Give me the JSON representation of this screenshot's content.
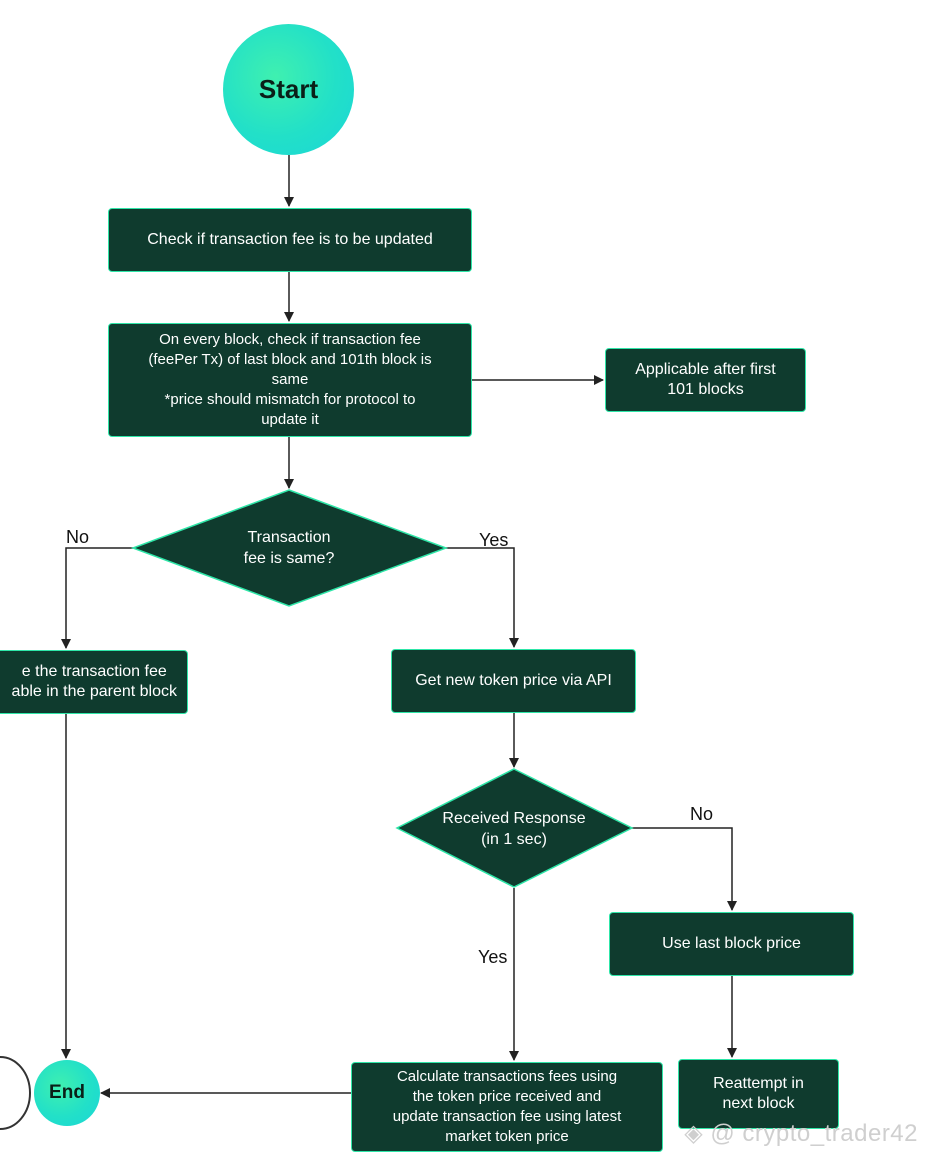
{
  "diagram": {
    "start": "Start",
    "end": "End",
    "check_update": "Check if transaction fee is to be updated",
    "every_block": "On every block, check if transaction fee\n(feePer Tx) of last block and 101th block is\nsame\n*price should mismatch for protocol to\nupdate it",
    "applicable": "Applicable after first\n101 blocks",
    "fee_same_decision": "Transaction\nfee is same?",
    "use_parent": "e the transaction fee\nable in the parent block",
    "get_price": "Get new token price via API",
    "response_decision": "Received Response\n(in 1 sec)",
    "use_last": "Use last block price",
    "reattempt": "Reattempt in\nnext block",
    "calculate": "Calculate transactions fees using\nthe token price received and\nupdate transaction fee using latest\nmarket token price",
    "labels": {
      "no_left": "No",
      "yes_right": "Yes",
      "no_response": "No",
      "yes_response": "Yes"
    }
  },
  "watermark": "@ crypto_trader42",
  "colors": {
    "node_fill": "#0f3b2e",
    "node_border": "#2ee6a8",
    "terminal_fill": "#22e0c8",
    "arrow": "#222222"
  }
}
